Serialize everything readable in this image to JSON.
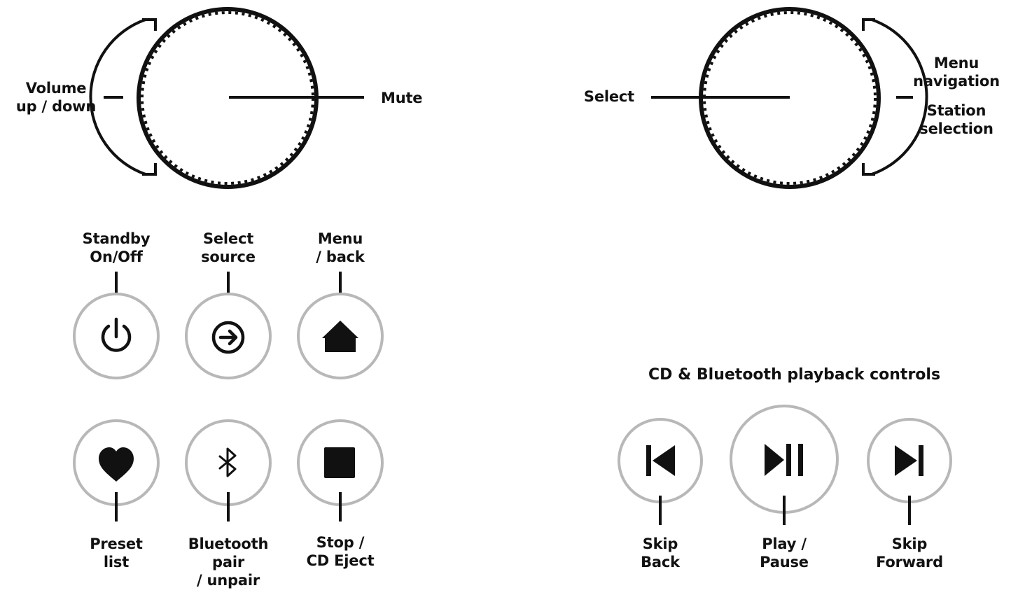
{
  "knobs": {
    "left": {
      "side_label": "Volume\nup / down",
      "press_label": "Mute"
    },
    "right": {
      "press_label": "Select",
      "side_label_top": "Menu\nnavigation",
      "side_label_bottom": "Station\nselection"
    }
  },
  "buttons": {
    "standby": {
      "label": "Standby\nOn/Off",
      "icon": "power-icon"
    },
    "source": {
      "label": "Select\nsource",
      "icon": "arrow-circle-right-icon"
    },
    "menu": {
      "label": "Menu\n/ back",
      "icon": "home-icon"
    },
    "preset": {
      "label": "Preset\nlist",
      "icon": "heart-icon"
    },
    "bluetooth": {
      "label": "Bluetooth\npair\n/ unpair",
      "icon": "bluetooth-icon"
    },
    "stop": {
      "label": "Stop /\nCD Eject",
      "icon": "stop-icon"
    }
  },
  "playback": {
    "title": "CD & Bluetooth playback controls",
    "skip_back": {
      "label": "Skip\nBack",
      "icon": "skip-back-icon"
    },
    "play_pause": {
      "label": "Play /\nPause",
      "icon": "play-pause-icon"
    },
    "skip_forward": {
      "label": "Skip\nForward",
      "icon": "skip-forward-icon"
    }
  },
  "colors": {
    "ink": "#111111",
    "button_ring": "#b8b8b8",
    "background": "#ffffff"
  }
}
